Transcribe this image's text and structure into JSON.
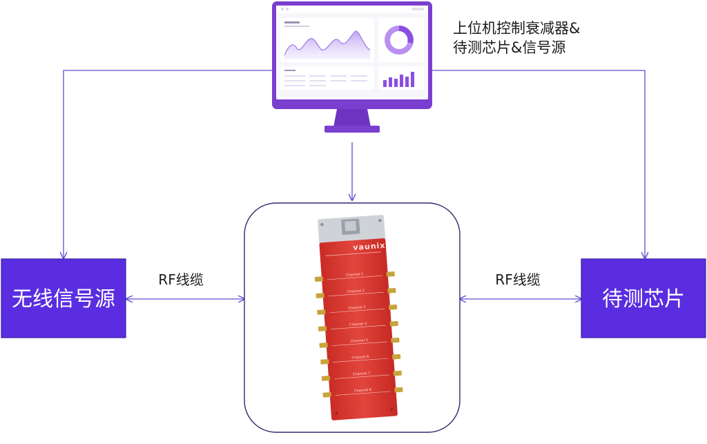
{
  "computer": {
    "caption_line1": "上位机控制衰减器&",
    "caption_line2": "待测芯片&信号源"
  },
  "left_box": {
    "label": "无线信号源"
  },
  "right_box": {
    "label": "待测芯片"
  },
  "left_link": {
    "label": "RF线缆"
  },
  "right_link": {
    "label": "RF线缆"
  },
  "attenuator": {
    "brand": "vaunix",
    "channels": [
      "Channel 1",
      "Channel 2",
      "Channel 3",
      "Channel 4",
      "Channel 5",
      "Channel 6",
      "Channel 7",
      "Channel 8"
    ]
  },
  "colors": {
    "line": "#5b4fcf",
    "box": "#5a2de0",
    "box_border": "#3a1fa8",
    "device": "#d93a32",
    "monitor": "#7b3fd0"
  }
}
